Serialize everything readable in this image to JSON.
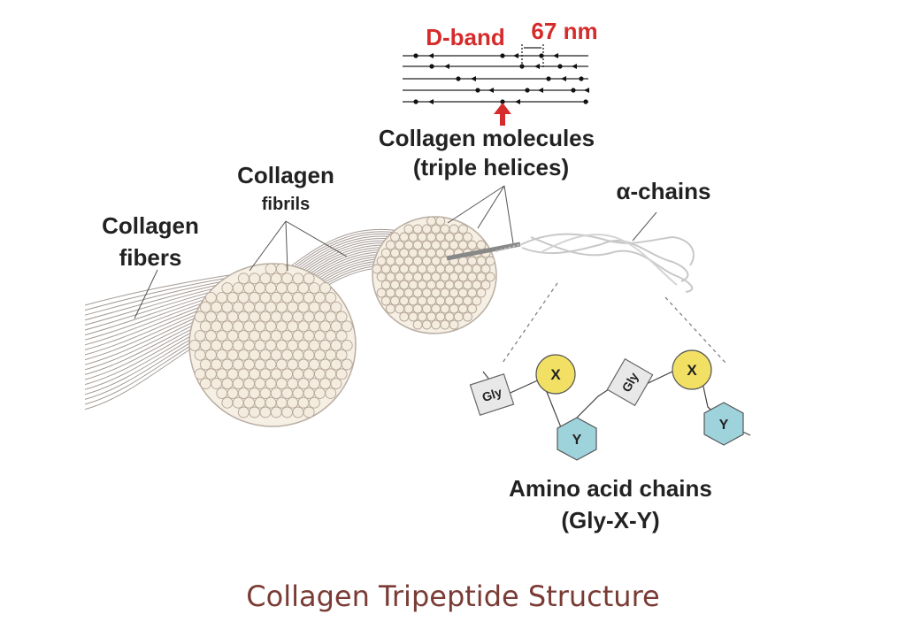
{
  "labels": {
    "fibers_line1": "Collagen",
    "fibers_line2": "fibers",
    "fibrils_line1": "Collagen",
    "fibrils_line2": "fibrils",
    "molecules_line1": "Collagen molecules",
    "molecules_line2": "(triple helices)",
    "chains": "α-chains",
    "dband": "D-band",
    "period": "67 nm",
    "amino_line1": "Amino acid chains",
    "amino_line2": "(Gly-X-Y)"
  },
  "residues": {
    "gly": "Gly",
    "x": "X",
    "y": "Y"
  },
  "caption": "Collagen Tripeptide Structure",
  "colors": {
    "accent": "#d62b2b",
    "caption": "#7a3b35",
    "fibril_fill": "#f6efe4",
    "x_residue": "#f2e064",
    "y_residue": "#9fd3dc",
    "gly_residue": "#e8e8e8"
  }
}
